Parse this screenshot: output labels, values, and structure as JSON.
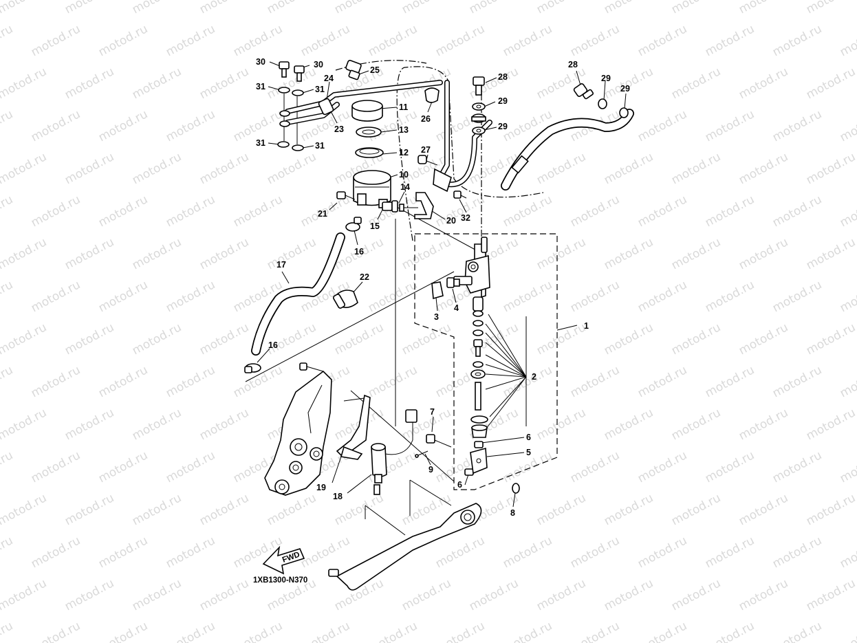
{
  "diagram": {
    "watermark_text": "motod.ru",
    "code": "1XB1300-N370",
    "fwd_label": "FWD",
    "callouts": [
      {
        "id": "c1",
        "text": "1"
      },
      {
        "id": "c2",
        "text": "2"
      },
      {
        "id": "c3",
        "text": "3"
      },
      {
        "id": "c4",
        "text": "4"
      },
      {
        "id": "c5",
        "text": "5"
      },
      {
        "id": "c6a",
        "text": "6"
      },
      {
        "id": "c6b",
        "text": "6"
      },
      {
        "id": "c7",
        "text": "7"
      },
      {
        "id": "c8",
        "text": "8"
      },
      {
        "id": "c9",
        "text": "9"
      },
      {
        "id": "c10",
        "text": "10"
      },
      {
        "id": "c11",
        "text": "11"
      },
      {
        "id": "c12",
        "text": "12"
      },
      {
        "id": "c13",
        "text": "13"
      },
      {
        "id": "c14",
        "text": "14"
      },
      {
        "id": "c15",
        "text": "15"
      },
      {
        "id": "c16a",
        "text": "16"
      },
      {
        "id": "c16b",
        "text": "16"
      },
      {
        "id": "c17",
        "text": "17"
      },
      {
        "id": "c18",
        "text": "18"
      },
      {
        "id": "c19",
        "text": "19"
      },
      {
        "id": "c20",
        "text": "20"
      },
      {
        "id": "c21",
        "text": "21"
      },
      {
        "id": "c22",
        "text": "22"
      },
      {
        "id": "c23",
        "text": "23"
      },
      {
        "id": "c24",
        "text": "24"
      },
      {
        "id": "c25",
        "text": "25"
      },
      {
        "id": "c26",
        "text": "26"
      },
      {
        "id": "c27",
        "text": "27"
      },
      {
        "id": "c28",
        "text": "28"
      },
      {
        "id": "c29a",
        "text": "29"
      },
      {
        "id": "c29b",
        "text": "29"
      },
      {
        "id": "c29c",
        "text": "29"
      },
      {
        "id": "c29d",
        "text": "29"
      },
      {
        "id": "c30a",
        "text": "30"
      },
      {
        "id": "c30b",
        "text": "30"
      },
      {
        "id": "c31a",
        "text": "31"
      },
      {
        "id": "c31b",
        "text": "31"
      },
      {
        "id": "c31c",
        "text": "31"
      },
      {
        "id": "c31d",
        "text": "31"
      },
      {
        "id": "c32",
        "text": "32"
      }
    ]
  }
}
